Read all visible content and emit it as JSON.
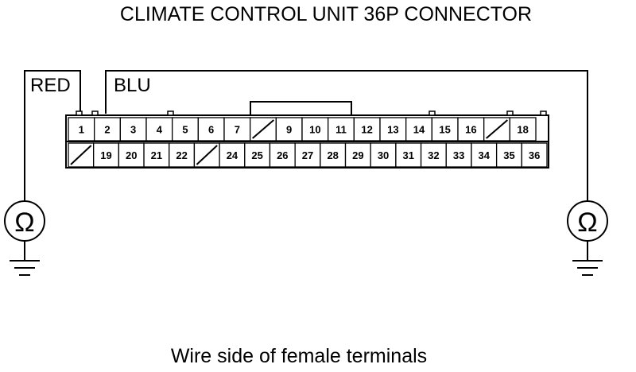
{
  "title": "CLIMATE CONTROL UNIT 36P CONNECTOR",
  "caption": "Wire side of female terminals",
  "wires": [
    {
      "label": "RED",
      "pin": "1"
    },
    {
      "label": "BLU",
      "pin": "2"
    }
  ],
  "meter_symbol": "Ω",
  "meter_icon": "ohmmeter-icon",
  "ground_icon": "ground-icon",
  "connector": {
    "top_row": [
      "1",
      "2",
      "3",
      "4",
      "5",
      "6",
      "7",
      "",
      "9",
      "10",
      "11",
      "12",
      "13",
      "14",
      "15",
      "16",
      "",
      "18"
    ],
    "bottom_row": [
      "",
      "19",
      "20",
      "21",
      "22",
      "",
      "24",
      "25",
      "26",
      "27",
      "28",
      "29",
      "30",
      "31",
      "32",
      "33",
      "34",
      "35",
      "36"
    ]
  }
}
